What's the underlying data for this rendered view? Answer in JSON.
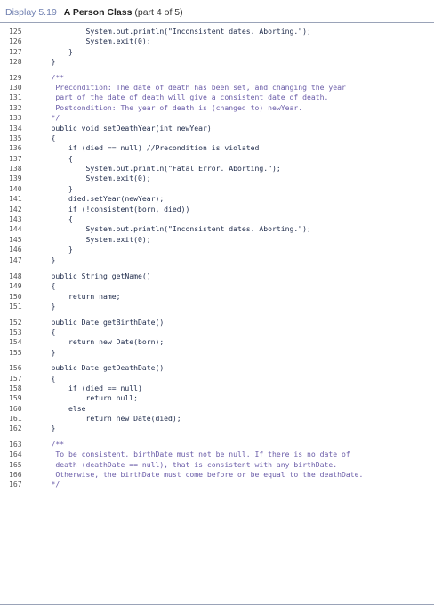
{
  "caption": {
    "display_label": "Display 5.19",
    "title_bold": "A Person Class",
    "title_rest": " (part 4 of 5)"
  },
  "groups": [
    {
      "lines": [
        {
          "n": "125",
          "text": "            System.out.println(\"Inconsistent dates. Aborting.\");",
          "comment": false
        },
        {
          "n": "126",
          "text": "            System.exit(0);",
          "comment": false
        },
        {
          "n": "127",
          "text": "        }",
          "comment": false
        },
        {
          "n": "128",
          "text": "    }",
          "comment": false
        }
      ]
    },
    {
      "lines": [
        {
          "n": "129",
          "text": "    /**",
          "comment": true
        },
        {
          "n": "130",
          "text": "     Precondition: The date of death has been set, and changing the year",
          "comment": true
        },
        {
          "n": "131",
          "text": "     part of the date of death will give a consistent date of death.",
          "comment": true
        },
        {
          "n": "132",
          "text": "     Postcondition: The year of death is (changed to) newYear.",
          "comment": true
        },
        {
          "n": "133",
          "text": "    */",
          "comment": true
        },
        {
          "n": "134",
          "text": "    public void setDeathYear(int newYear)",
          "comment": false
        },
        {
          "n": "135",
          "text": "    {",
          "comment": false
        },
        {
          "n": "136",
          "text": "        if (died == null) //Precondition is violated",
          "comment": false
        },
        {
          "n": "137",
          "text": "        {",
          "comment": false
        },
        {
          "n": "138",
          "text": "            System.out.println(\"Fatal Error. Aborting.\");",
          "comment": false
        },
        {
          "n": "139",
          "text": "            System.exit(0);",
          "comment": false
        },
        {
          "n": "140",
          "text": "        }",
          "comment": false
        },
        {
          "n": "141",
          "text": "        died.setYear(newYear);",
          "comment": false
        },
        {
          "n": "142",
          "text": "        if (!consistent(born, died))",
          "comment": false
        },
        {
          "n": "143",
          "text": "        {",
          "comment": false
        },
        {
          "n": "144",
          "text": "            System.out.println(\"Inconsistent dates. Aborting.\");",
          "comment": false
        },
        {
          "n": "145",
          "text": "            System.exit(0);",
          "comment": false
        },
        {
          "n": "146",
          "text": "        }",
          "comment": false
        },
        {
          "n": "147",
          "text": "    }",
          "comment": false
        }
      ]
    },
    {
      "lines": [
        {
          "n": "148",
          "text": "    public String getName()",
          "comment": false
        },
        {
          "n": "149",
          "text": "    {",
          "comment": false
        },
        {
          "n": "150",
          "text": "        return name;",
          "comment": false
        },
        {
          "n": "151",
          "text": "    }",
          "comment": false
        }
      ]
    },
    {
      "lines": [
        {
          "n": "152",
          "text": "    public Date getBirthDate()",
          "comment": false
        },
        {
          "n": "153",
          "text": "    {",
          "comment": false
        },
        {
          "n": "154",
          "text": "        return new Date(born);",
          "comment": false
        },
        {
          "n": "155",
          "text": "    }",
          "comment": false
        }
      ]
    },
    {
      "lines": [
        {
          "n": "156",
          "text": "    public Date getDeathDate()",
          "comment": false
        },
        {
          "n": "157",
          "text": "    {",
          "comment": false
        },
        {
          "n": "158",
          "text": "        if (died == null)",
          "comment": false
        },
        {
          "n": "159",
          "text": "            return null;",
          "comment": false
        },
        {
          "n": "160",
          "text": "        else",
          "comment": false
        },
        {
          "n": "161",
          "text": "            return new Date(died);",
          "comment": false
        },
        {
          "n": "162",
          "text": "    }",
          "comment": false
        }
      ]
    },
    {
      "lines": [
        {
          "n": "163",
          "text": "    /**",
          "comment": true
        },
        {
          "n": "164",
          "text": "     To be consistent, birthDate must not be null. If there is no date of",
          "comment": true
        },
        {
          "n": "165",
          "text": "     death (deathDate == null), that is consistent with any birthDate.",
          "comment": true
        },
        {
          "n": "166",
          "text": "     Otherwise, the birthDate must come before or be equal to the deathDate.",
          "comment": true
        },
        {
          "n": "167",
          "text": "    */",
          "comment": true
        }
      ]
    }
  ]
}
